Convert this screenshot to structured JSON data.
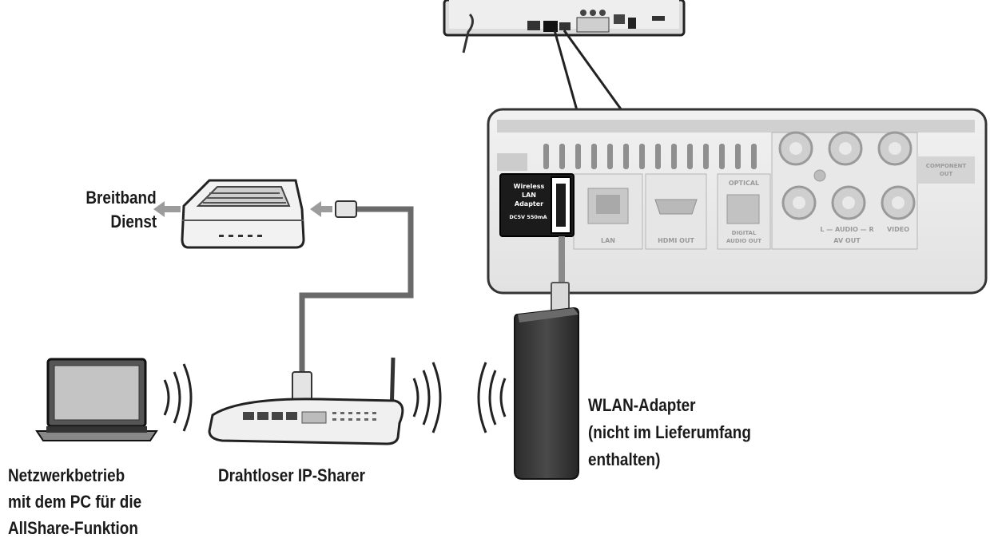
{
  "labels": {
    "broadband_line1": "Breitband",
    "broadband_line2": "Dienst",
    "laptop_line1": "Netzwerkbetrieb",
    "laptop_line2": "mit dem PC für die",
    "laptop_line3": "AllShare-Funktion",
    "router": "Drahtloser IP-Sharer",
    "adapter_line1": "WLAN-Adapter",
    "adapter_line2": "(nicht im Lieferumfang",
    "adapter_line3": "enthalten)"
  },
  "rear_panel": {
    "wlan_port_line1": "Wireless",
    "wlan_port_line2": "LAN",
    "wlan_port_line3": "Adapter",
    "wlan_port_line4": "DC5V 550mA",
    "lan": "LAN",
    "hdmi": "HDMI OUT",
    "optical_top": "OPTICAL",
    "optical_bottom_line1": "DIGITAL",
    "optical_bottom_line2": "AUDIO OUT",
    "av_out": "AV OUT",
    "audio_lr": "L — AUDIO — R",
    "video": "VIDEO",
    "component_line1": "COMPONENT",
    "component_line2": "OUT"
  }
}
